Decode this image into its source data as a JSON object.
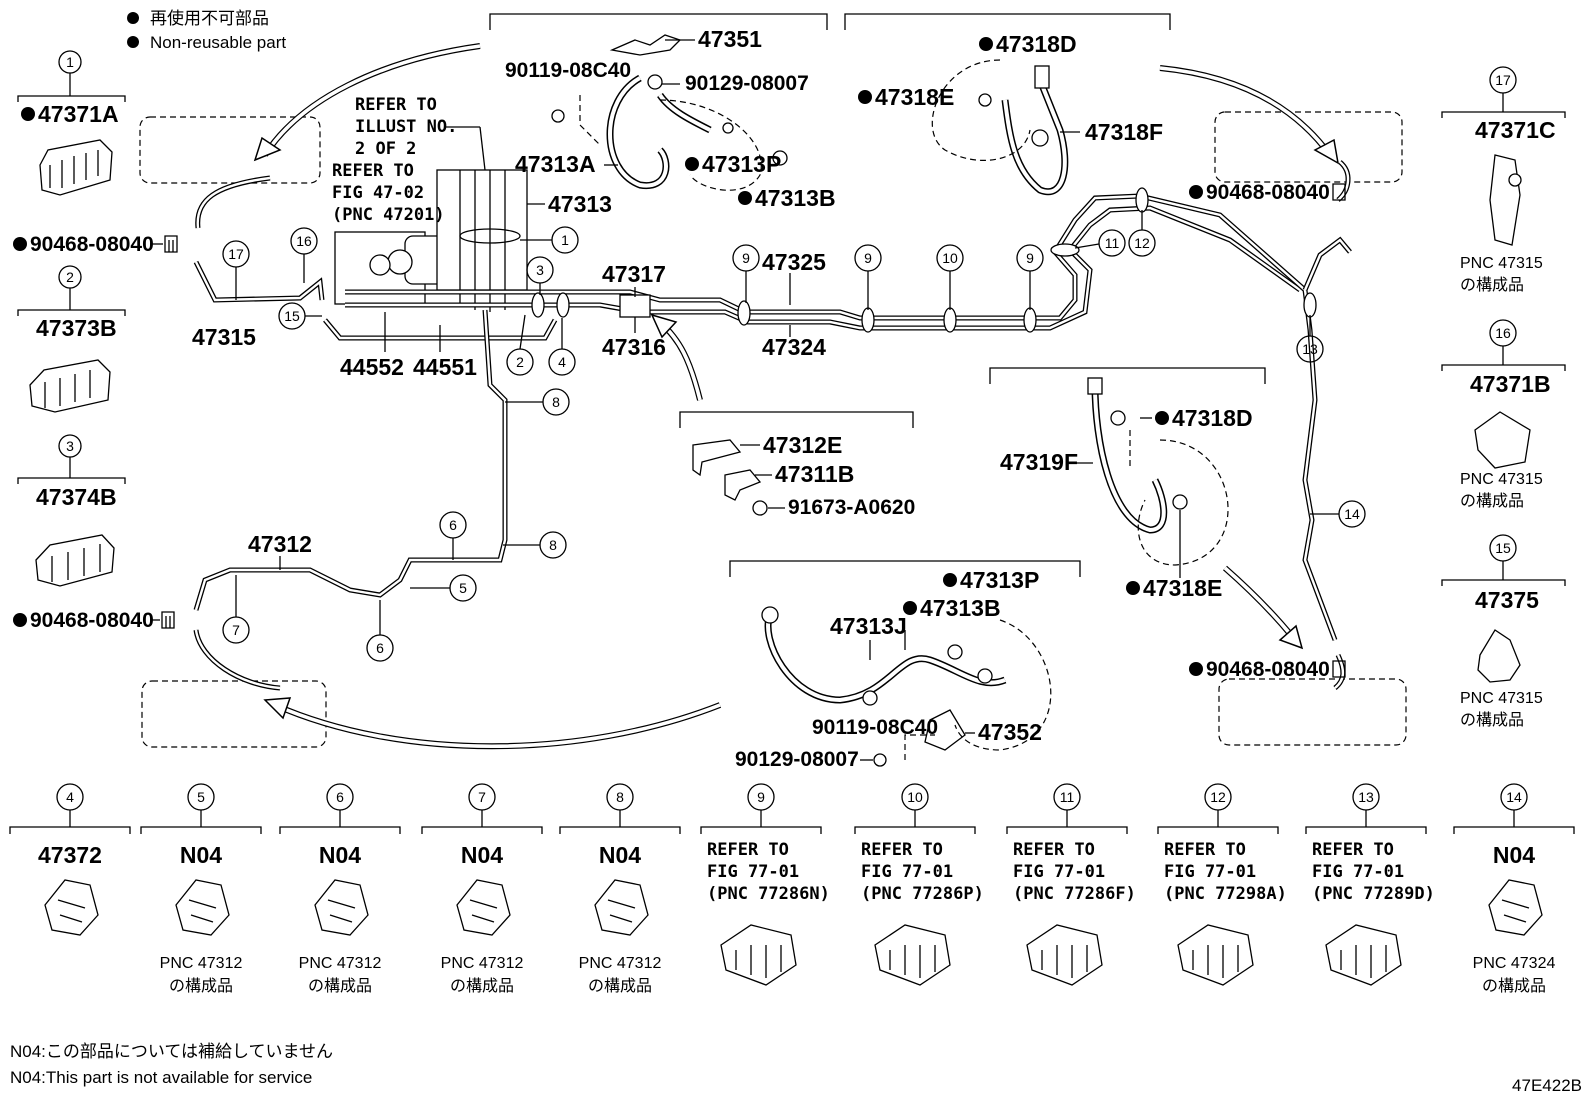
{
  "legend": {
    "jp": "再使用不可部品",
    "en": "Non-reusable part"
  },
  "footer": {
    "note_jp": "N04:この部品については補給していません",
    "note_en": "N04:This part is not available for service",
    "figure_code": "47E422B"
  },
  "center_labels": {
    "refer_illust": [
      "REFER TO",
      "ILLUST NO.",
      "2 OF 2"
    ],
    "refer_fig": [
      "REFER TO",
      "FIG 47-02",
      "(PNC 47201)"
    ],
    "p47351": "47351",
    "p90119_top": "90119-08C40",
    "p90129_top": "90129-08007",
    "p47313A": "47313A",
    "p47313P_top": "47313P",
    "p47313B_top": "47313B",
    "p47313": "47313",
    "p47318D_top": "47318D",
    "p47318E_top": "47318E",
    "p47318F": "47318F",
    "p90468_tr": "90468-08040",
    "p90468_l1": "90468-08040",
    "p90468_l2": "90468-08040",
    "p90468_br": "90468-08040",
    "p47315": "47315",
    "p44552": "44552",
    "p44551": "44551",
    "p47317": "47317",
    "p47316": "47316",
    "p47325": "47325",
    "p47324": "47324",
    "p47312E": "47312E",
    "p47311B": "47311B",
    "p91673": "91673-A0620",
    "p47318D_mid": "47318D",
    "p47319F": "47319F",
    "p47318E_mid": "47318E",
    "p47312": "47312",
    "p47313P_bot": "47313P",
    "p47313B_bot": "47313B",
    "p47313J": "47313J",
    "p90119_bot": "90119-08C40",
    "p47352": "47352",
    "p90129_bot": "90129-08007"
  },
  "callouts": {
    "c1": "1",
    "c2": "2",
    "c3": "3",
    "c4": "4",
    "c5": "5",
    "c6": "6",
    "c7": "7",
    "c8": "8",
    "c9": "9",
    "c10": "10",
    "c11": "11",
    "c12": "12",
    "c13": "13",
    "c14": "14",
    "c15": "15",
    "c16": "16",
    "c17": "17"
  },
  "left_column": [
    {
      "num": "1",
      "part": "47371A",
      "nonreusable": true
    },
    {
      "num": "2",
      "part": "47373B",
      "nonreusable": false
    },
    {
      "num": "3",
      "part": "47374B",
      "nonreusable": false
    }
  ],
  "right_column": [
    {
      "num": "17",
      "part": "47371C",
      "sub1": "PNC 47315",
      "sub2": "の構成品"
    },
    {
      "num": "16",
      "part": "47371B",
      "sub1": "PNC 47315",
      "sub2": "の構成品"
    },
    {
      "num": "15",
      "part": "47375",
      "sub1": "PNC 47315",
      "sub2": "の構成品"
    }
  ],
  "bottom_row": [
    {
      "num": "4",
      "part": "47372",
      "sub1": "",
      "sub2": ""
    },
    {
      "num": "5",
      "part": "N04",
      "sub1": "PNC 47312",
      "sub2": "の構成品"
    },
    {
      "num": "6",
      "part": "N04",
      "sub1": "PNC 47312",
      "sub2": "の構成品"
    },
    {
      "num": "7",
      "part": "N04",
      "sub1": "PNC 47312",
      "sub2": "の構成品"
    },
    {
      "num": "8",
      "part": "N04",
      "sub1": "PNC 47312",
      "sub2": "の構成品"
    },
    {
      "num": "9",
      "refer": [
        "REFER TO",
        "FIG 77-01",
        "(PNC 77286N)"
      ]
    },
    {
      "num": "10",
      "refer": [
        "REFER TO",
        "FIG 77-01",
        "(PNC 77286P)"
      ]
    },
    {
      "num": "11",
      "refer": [
        "REFER TO",
        "FIG 77-01",
        "(PNC 77286F)"
      ]
    },
    {
      "num": "12",
      "refer": [
        "REFER TO",
        "FIG 77-01",
        "(PNC 77298A)"
      ]
    },
    {
      "num": "13",
      "refer": [
        "REFER TO",
        "FIG 77-01",
        "(PNC 77289D)"
      ]
    },
    {
      "num": "14",
      "part": "N04",
      "sub1": "PNC 47324",
      "sub2": "の構成品"
    }
  ]
}
